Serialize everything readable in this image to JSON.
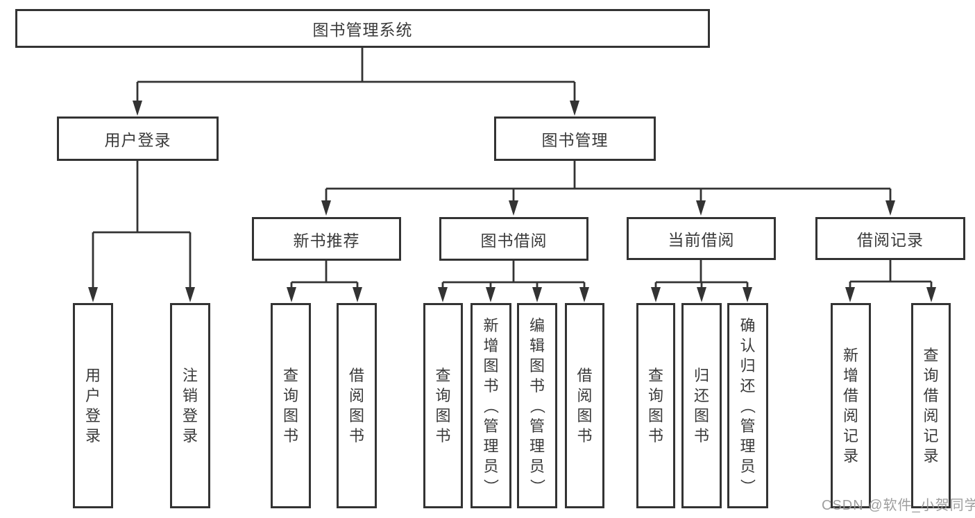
{
  "tree": {
    "label": "图书管理系统",
    "children": [
      {
        "label": "用户登录",
        "children": [
          {
            "label": "用户登录"
          },
          {
            "label": "注销登录"
          }
        ]
      },
      {
        "label": "图书管理",
        "children": [
          {
            "label": "新书推荐",
            "children": [
              {
                "label": "查询图书"
              },
              {
                "label": "借阅图书"
              }
            ]
          },
          {
            "label": "图书借阅",
            "children": [
              {
                "label": "查询图书"
              },
              {
                "label": "新增图书（管理员）"
              },
              {
                "label": "编辑图书（管理员）"
              },
              {
                "label": "借阅图书"
              }
            ]
          },
          {
            "label": "当前借阅",
            "children": [
              {
                "label": "查询图书"
              },
              {
                "label": "归还图书"
              },
              {
                "label": "确认归还（管理员）"
              }
            ]
          },
          {
            "label": "借阅记录",
            "children": [
              {
                "label": "新增借阅记录"
              },
              {
                "label": "查询借阅记录"
              }
            ]
          }
        ]
      }
    ]
  },
  "watermark": {
    "text": "CSDN @软件_小贺同学"
  },
  "colors": {
    "line": "#333333",
    "box_border": "#333333",
    "text": "#3a3a3a",
    "watermark": "#969696",
    "background": "#ffffff"
  }
}
